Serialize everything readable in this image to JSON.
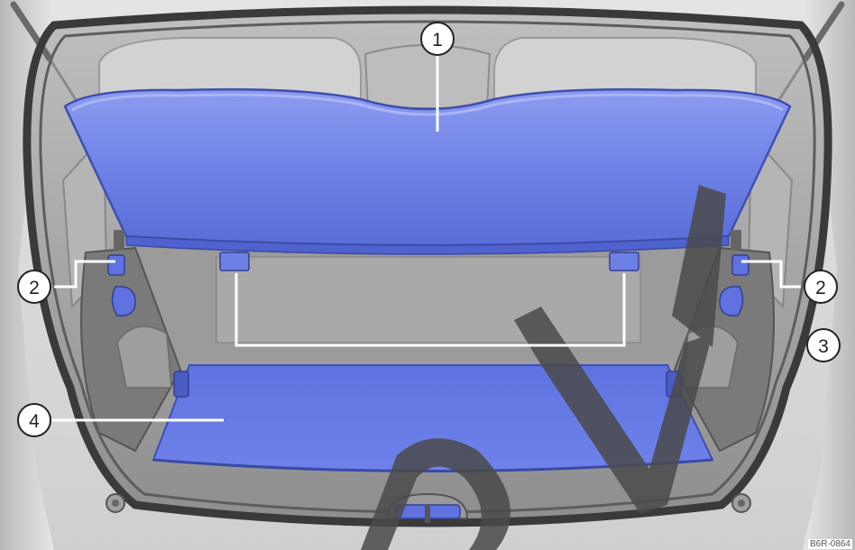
{
  "callouts": [
    {
      "id": "1",
      "label": "1"
    },
    {
      "id": "2",
      "label": "2"
    },
    {
      "id": "3",
      "label": "3"
    },
    {
      "id": "4",
      "label": "4"
    }
  ],
  "figure_id": "B6R-0864",
  "watermark_text": "DW",
  "colors": {
    "highlight_blue": "#6d80e6",
    "highlight_blue_dark": "#4d5fc8",
    "interior_gray": "#c8c8c8",
    "watermark": "#4a4a4a"
  }
}
